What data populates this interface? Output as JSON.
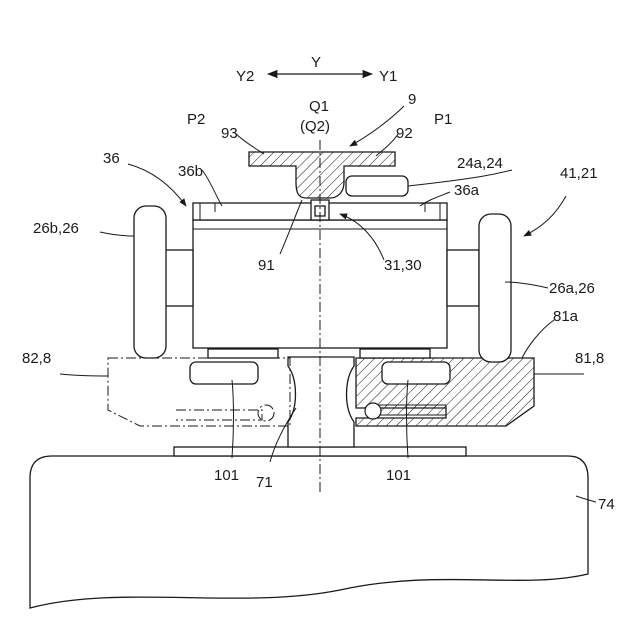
{
  "labels": {
    "y_axis": "Y",
    "y2": "Y2",
    "y1": "Y1",
    "q1": "Q1",
    "q2": "(Q2)",
    "n9": "9",
    "p2": "P2",
    "p1": "P1",
    "n93": "93",
    "n92": "92",
    "n24": "24a,24",
    "n36": "36",
    "n36b": "36b",
    "n36a": "36a",
    "n41": "41,21",
    "n26b": "26b,26",
    "n26a": "26a,26",
    "n91": "91",
    "n3130": "31,30",
    "n81a": "81a",
    "n82": "82,8",
    "n81": "81,8",
    "n101l": "101",
    "n101r": "101",
    "n71": "71",
    "n74": "74"
  }
}
